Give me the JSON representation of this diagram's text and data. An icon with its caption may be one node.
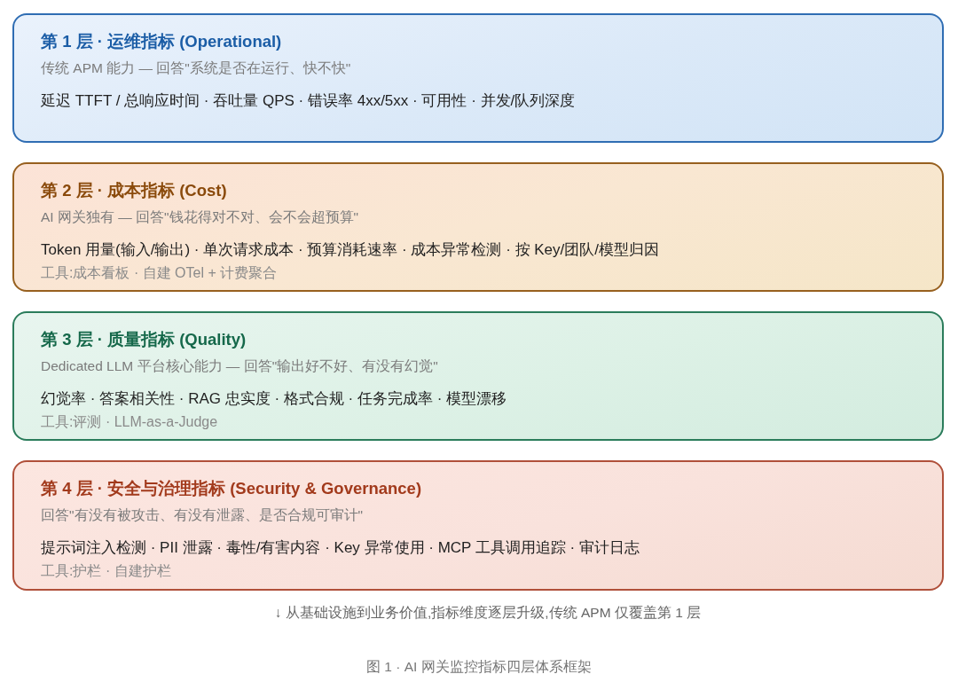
{
  "diagram": {
    "caption": "图 1 · AI 网关监控指标四层体系框架",
    "nodes": [
      {
        "text": [
          "第 1 层 · 运维指标 (Operational)",
          "传统 APM 能力 — 回答\"系统是否在运行、快不快\"",
          "延迟 TTFT / 总响应时间 · 吞吐量 QPS · 错误率 4xx/5xx · 可用性 · 并发/队列深度"
        ]
      },
      {
        "text": [
          "第 2 层 · 成本指标 (Cost)",
          "AI 网关独有 — 回答\"钱花得对不对、会不会超预算\"",
          "Token 用量(输入/输出) · 单次请求成本 · 预算消耗速率 · 成本异常检测 · 按 Key/团队/模型归因",
          "工具:成本看板 · 自建 OTel + 计费聚合"
        ]
      },
      {
        "text": [
          "第 3 层 · 质量指标 (Quality)",
          "Dedicated LLM 平台核心能力 — 回答\"输出好不好、有没有幻觉\"",
          "幻觉率 · 答案相关性 · RAG 忠实度 · 格式合规 · 任务完成率 · 模型漂移",
          "工具:评测 · LLM-as-a-Judge"
        ]
      },
      {
        "text": [
          "第 4 层 · 安全与治理指标 (Security & Governance)",
          "回答\"有没有被攻击、有没有泄露、是否合规可审计\"",
          "提示词注入检测 · PII 泄露 · 毒性/有害内容 · Key 异常使用 · MCP 工具调用追踪 · 审计日志",
          "工具:护栏 · 自建护栏"
        ]
      }
    ],
    "labels": [
      "↓ 从基础设施到业务价值,指标维度逐层升级,传统 APM 仅覆盖第 1 层"
    ]
  }
}
